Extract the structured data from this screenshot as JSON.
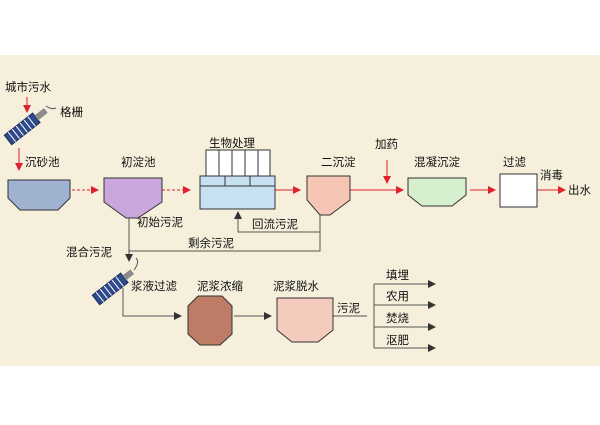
{
  "labels": {
    "city_sewage": "城市污水",
    "grille": "格栅",
    "grit_chamber": "沉砂池",
    "primary_tank": "初淀池",
    "bio_treatment": "生物处理",
    "secondary_tank": "二沉淀",
    "dosing": "加药",
    "coagulation": "混凝沉淀",
    "filtration": "过滤",
    "disinfection": "消毒",
    "effluent": "出水",
    "primary_sludge": "初始污泥",
    "return_sludge": "回流污泥",
    "excess_sludge": "剩余污泥",
    "mixed_sludge": "混合污泥",
    "slurry_filtration": "浆液过滤",
    "sludge_thickening": "泥浆浓缩",
    "sludge_dewatering": "泥浆脱水",
    "sludge": "污泥",
    "landfill": "填埋",
    "agriculture": "农用",
    "incineration": "焚烧",
    "compost": "沤肥"
  },
  "colors": {
    "panel": "#f5efdc",
    "arrow": "#e0202a",
    "line": "#555555",
    "grit": "#9fb2d0",
    "primary": "#c9a6dc",
    "bio": "#c7e1f3",
    "secondary": "#f6c6b5",
    "coagulation": "#d6efce",
    "thickener": "#be7b65",
    "dewater": "#f5cbbd"
  }
}
